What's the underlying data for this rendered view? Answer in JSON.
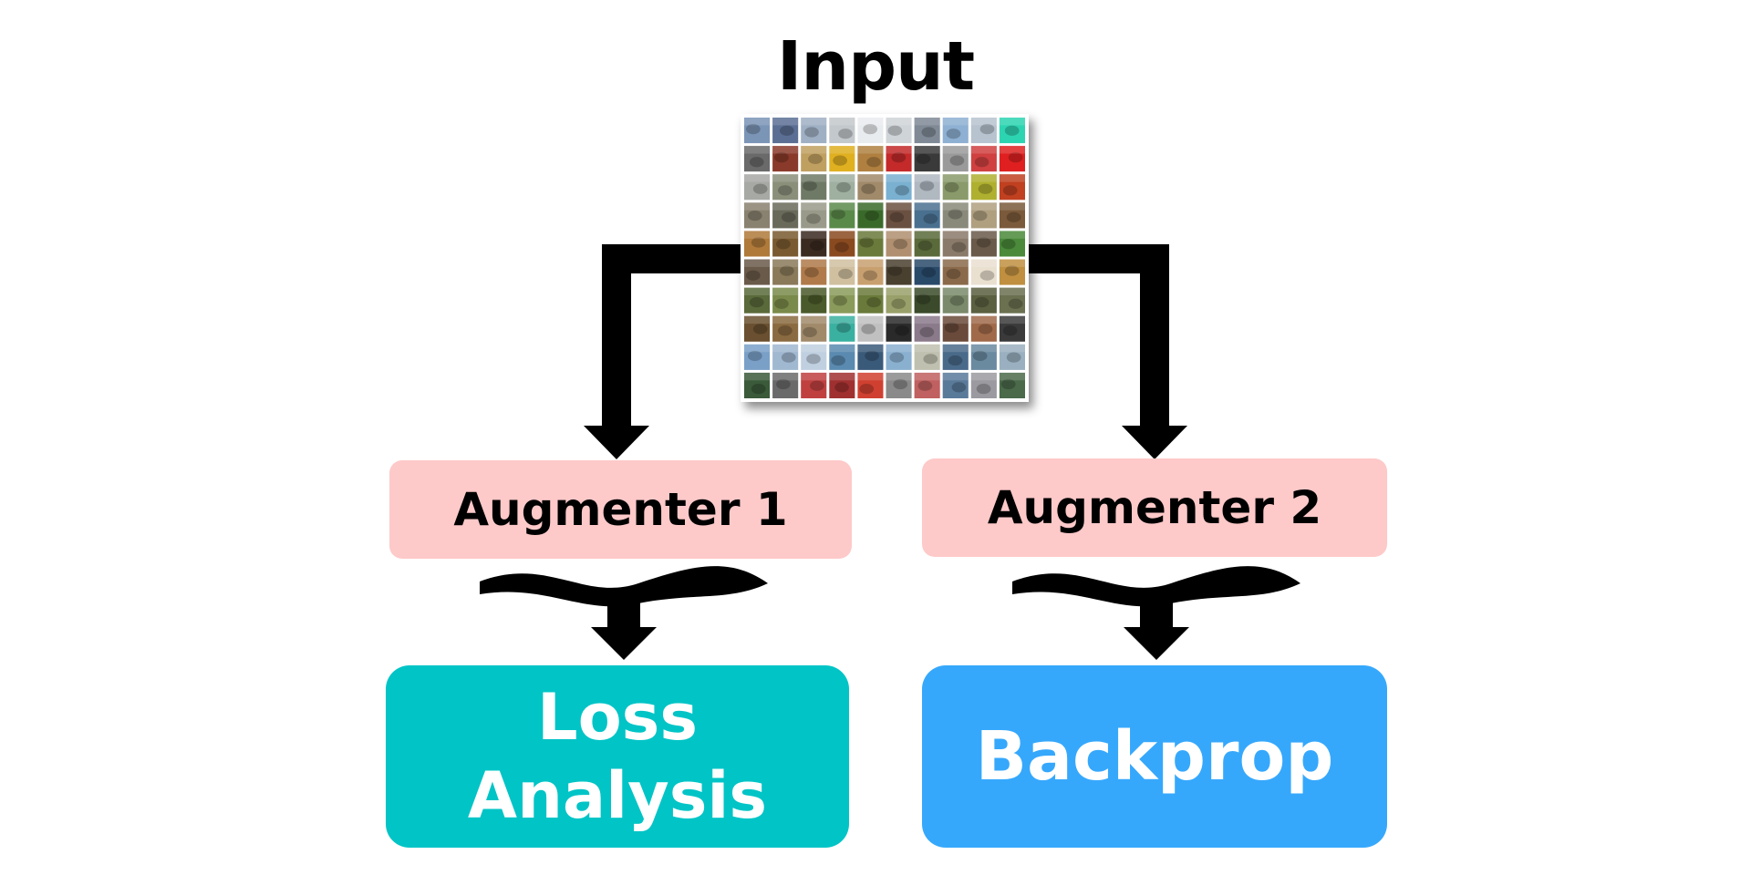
{
  "title": "Input",
  "image_grid": {
    "rows": 10,
    "cols": 10,
    "row_palettes": [
      [
        "#7b95b7",
        "#5b6f94",
        "#9fb0c4",
        "#c3c8cc",
        "#e9ecef",
        "#cfd4d8",
        "#7f8a96",
        "#8eb0d2",
        "#b7c3cf",
        "#2dd4b2"
      ],
      [
        "#6a6a6a",
        "#8a3a2a",
        "#c0a060",
        "#e0b020",
        "#b08040",
        "#c42a2a",
        "#3a3a3a",
        "#9a9a9a",
        "#d04040",
        "#e02020"
      ],
      [
        "#a7a9a5",
        "#8a8f7a",
        "#6f7a66",
        "#9fb0a0",
        "#a08a6a",
        "#7ab0d0",
        "#b0b8c0",
        "#8a9a6a",
        "#b0b030",
        "#c04020"
      ],
      [
        "#8a8270",
        "#6a6a5a",
        "#9a9a8a",
        "#5a8a4a",
        "#3a6a2a",
        "#6a5040",
        "#4a7090",
        "#8a8a7a",
        "#b0a080",
        "#7a5a3a"
      ],
      [
        "#b07a3a",
        "#7a5a30",
        "#3a2a20",
        "#8a4a20",
        "#6a7a3a",
        "#b09070",
        "#5a6a3a",
        "#8a7a6a",
        "#6a5a4a",
        "#4a8a3a"
      ],
      [
        "#6a5a4a",
        "#8a7a5a",
        "#b07a4a",
        "#d0c0a0",
        "#c8a070",
        "#4a4030",
        "#2a4a6a",
        "#8a6a4a",
        "#eae0d0",
        "#c09040"
      ],
      [
        "#5a6a3a",
        "#7a8a4a",
        "#4a5a2a",
        "#8a9a5a",
        "#6a7a3a",
        "#9aa06a",
        "#3a4a2a",
        "#7a8a6a",
        "#5a6040",
        "#6a7050"
      ],
      [
        "#6a5030",
        "#8a6a40",
        "#a08a6a",
        "#3ab0a0",
        "#c0c0c0",
        "#2a2a2a",
        "#8a7a8a",
        "#6a4a3a",
        "#a06a4a",
        "#3a3a3a"
      ],
      [
        "#7aa0c8",
        "#a0b8d0",
        "#c0d0e0",
        "#5a8ab0",
        "#3a5a7a",
        "#8ab0d0",
        "#c0c0b0",
        "#4a6a8a",
        "#6a8aa0",
        "#9ab0c0"
      ],
      [
        "#3a5a3a",
        "#6a6a6a",
        "#c04040",
        "#a03030",
        "#d04030",
        "#8a8a8a",
        "#c06060",
        "#5a7a9a",
        "#9a9aa0",
        "#4a6a4a"
      ]
    ]
  },
  "augmenters": [
    {
      "label": "Augmenter 1",
      "color": "#fec9c9"
    },
    {
      "label": "Augmenter 2",
      "color": "#fec9c9"
    }
  ],
  "outputs": [
    {
      "lines": [
        "Loss",
        "Analysis"
      ],
      "color": "#00c4c6"
    },
    {
      "lines": [
        "Backprop"
      ],
      "color": "#36a8fc"
    }
  ],
  "colors": {
    "arrow": "#000000",
    "aug_text": "#000000",
    "out_text": "#ffffff"
  }
}
